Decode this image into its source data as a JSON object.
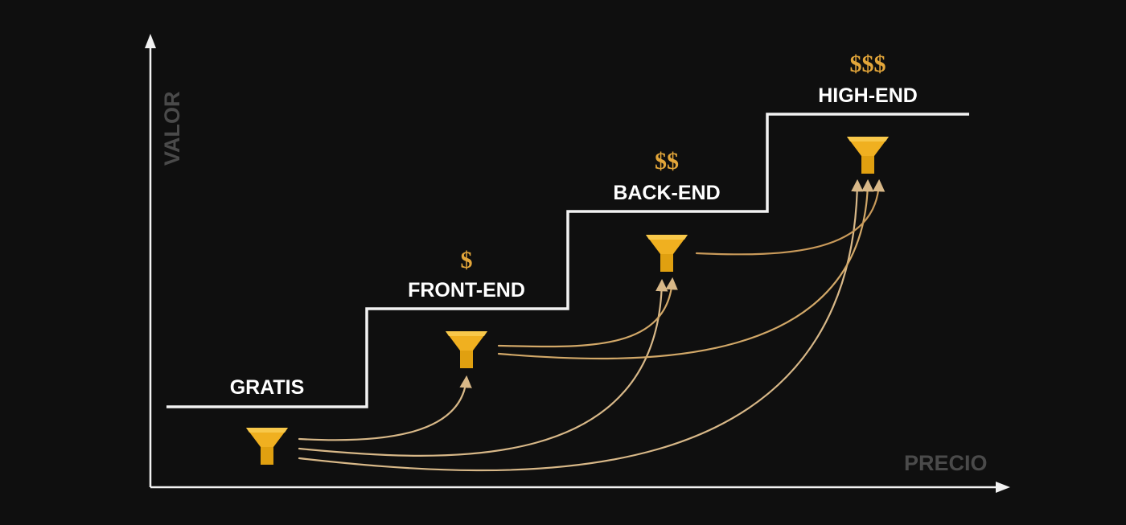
{
  "axes": {
    "y_label": "VALOR",
    "x_label": "PRECIO"
  },
  "steps": [
    {
      "id": "gratis",
      "label": "GRATIS",
      "price": ""
    },
    {
      "id": "front-end",
      "label": "FRONT-END",
      "price": "$"
    },
    {
      "id": "back-end",
      "label": "BACK-END",
      "price": "$$"
    },
    {
      "id": "high-end",
      "label": "HIGH-END",
      "price": "$$$"
    }
  ],
  "colors": {
    "background": "#0f0f0f",
    "lines": "#f2f2f2",
    "axis_text": "#4a4a4a",
    "accent_gold": "#e3a63a",
    "funnel_gold": "#f0b020",
    "arrow_tan": "#d2b48c"
  },
  "icons": {
    "funnel": "funnel-icon"
  }
}
